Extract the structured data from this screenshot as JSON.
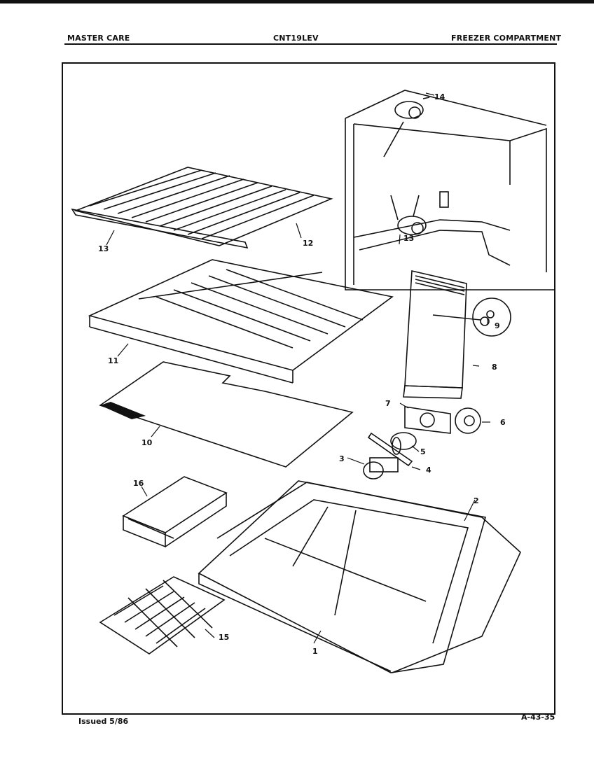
{
  "header": {
    "left": "MASTER CARE",
    "center": "CNT19LEV",
    "right": "FREEZER COMPARTMENT"
  },
  "footer": {
    "issued": "Issued 5/86",
    "page_code": "A-43-35"
  },
  "callouts": [
    "1",
    "2",
    "3",
    "4",
    "5",
    "6",
    "7",
    "8",
    "9",
    "10",
    "11",
    "12",
    "13",
    "14",
    "15",
    "16"
  ]
}
